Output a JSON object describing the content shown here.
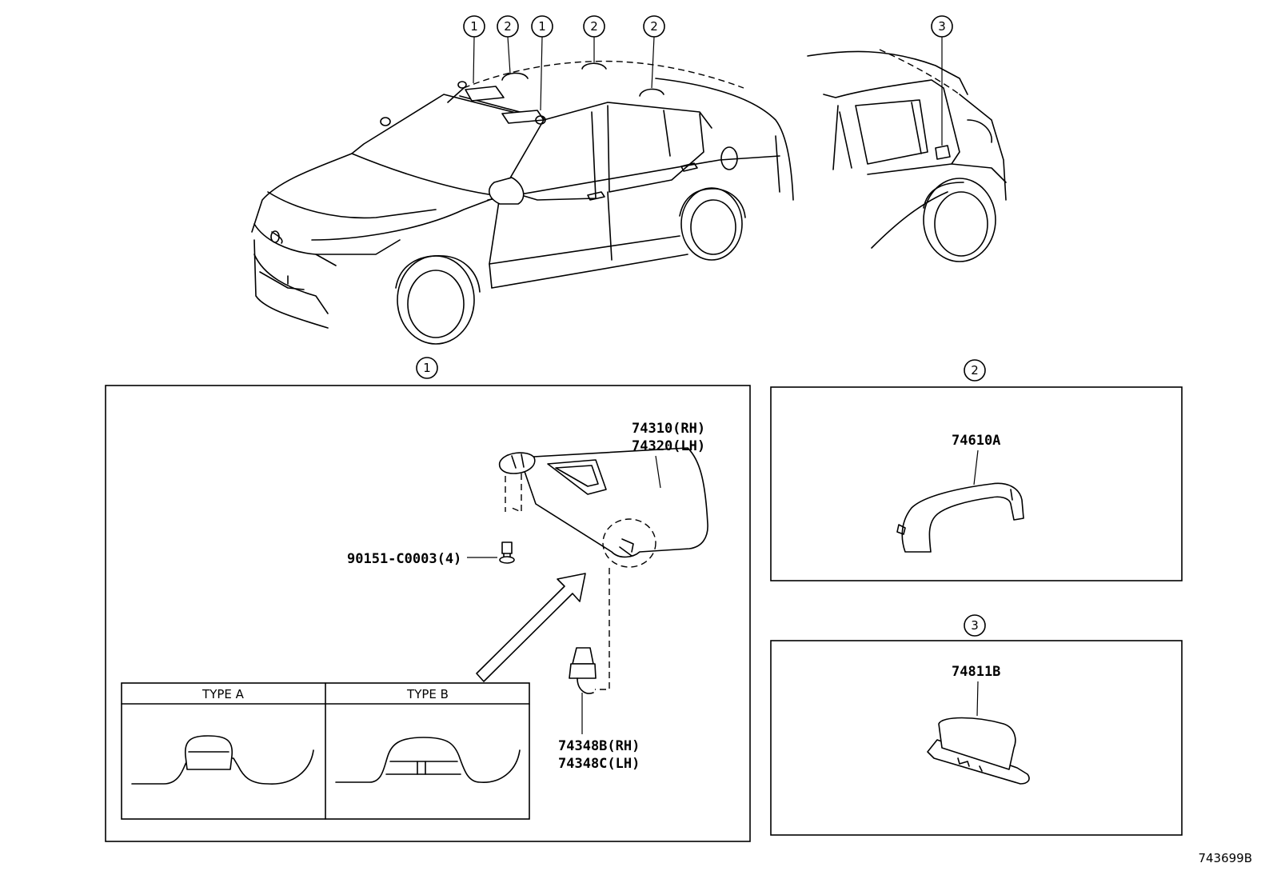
{
  "callouts": {
    "one": "1",
    "two": "2",
    "three": "3"
  },
  "parts": {
    "sun_visor": [
      "74310(RH)",
      "74320(LH)"
    ],
    "screw": "90151-C0003(4)",
    "visor_holder": [
      "74348B(RH)",
      "74348C(LH)"
    ],
    "assist_grip": "74610A",
    "coat_hook": "74811B"
  },
  "types": {
    "a": "TYPE A",
    "b": "TYPE B"
  },
  "diagram_id": "743699B"
}
